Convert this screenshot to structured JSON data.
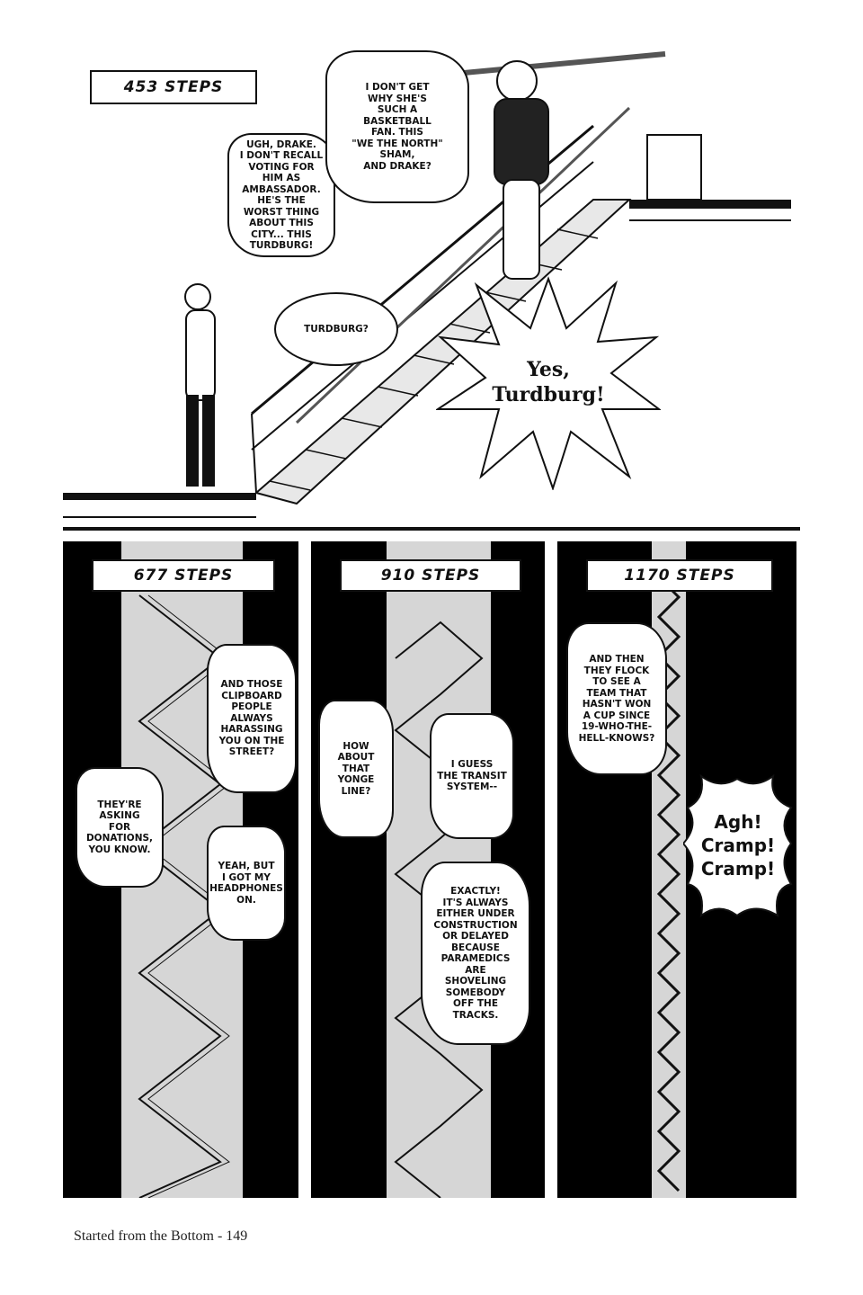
{
  "top_panel": {
    "caption": "453 STEPS",
    "bubbles": {
      "drake_complaint": "UGH, DRAKE.\nI DON'T RECALL\nVOTING FOR\nHIM AS\nAMBASSADOR.\nHE'S THE\nWORST THING\nABOUT THIS\nCITY... THIS\nTURDBURG!",
      "basketball": "I DON'T GET\nWHY SHE'S\nSUCH A\nBASKETBALL\nFAN. THIS\n\"WE THE NORTH\"\nSHAM,\nAND DRAKE?",
      "question": "TURDBURG?",
      "shout": "Yes,\nTurdburg!"
    }
  },
  "panels": [
    {
      "caption": "677 STEPS",
      "bubbles": {
        "clipboard": "AND THOSE\nCLIPBOARD\nPEOPLE\nALWAYS\nHARASSING\nYOU ON THE\nSTREET?",
        "donations": "THEY'RE\nASKING\nFOR\nDONATIONS,\nYOU KNOW.",
        "headphones": "YEAH, BUT\nI GOT MY\nHEADPHONES\nON."
      }
    },
    {
      "caption": "910 STEPS",
      "bubbles": {
        "yonge": "HOW\nABOUT\nTHAT\nYONGE\nLINE?",
        "transit": "I GUESS\nTHE TRANSIT\nSYSTEM--",
        "exactly": "EXACTLY!\nIT'S ALWAYS\nEITHER UNDER\nCONSTRUCTION\nOR DELAYED\nBECAUSE\nPARAMEDICS\nARE\nSHOVELING\nSOMEBODY\nOFF THE\nTRACKS."
      }
    },
    {
      "caption": "1170 STEPS",
      "bubbles": {
        "flock": "AND THEN\nTHEY FLOCK\nTO SEE A\nTEAM THAT\nHASN'T WON\nA CUP SINCE\n19-WHO-THE-\nHELL-KNOWS?",
        "cramp": "Agh!\nCramp!\nCramp!"
      }
    }
  ],
  "footer": "Started from the Bottom - 149"
}
